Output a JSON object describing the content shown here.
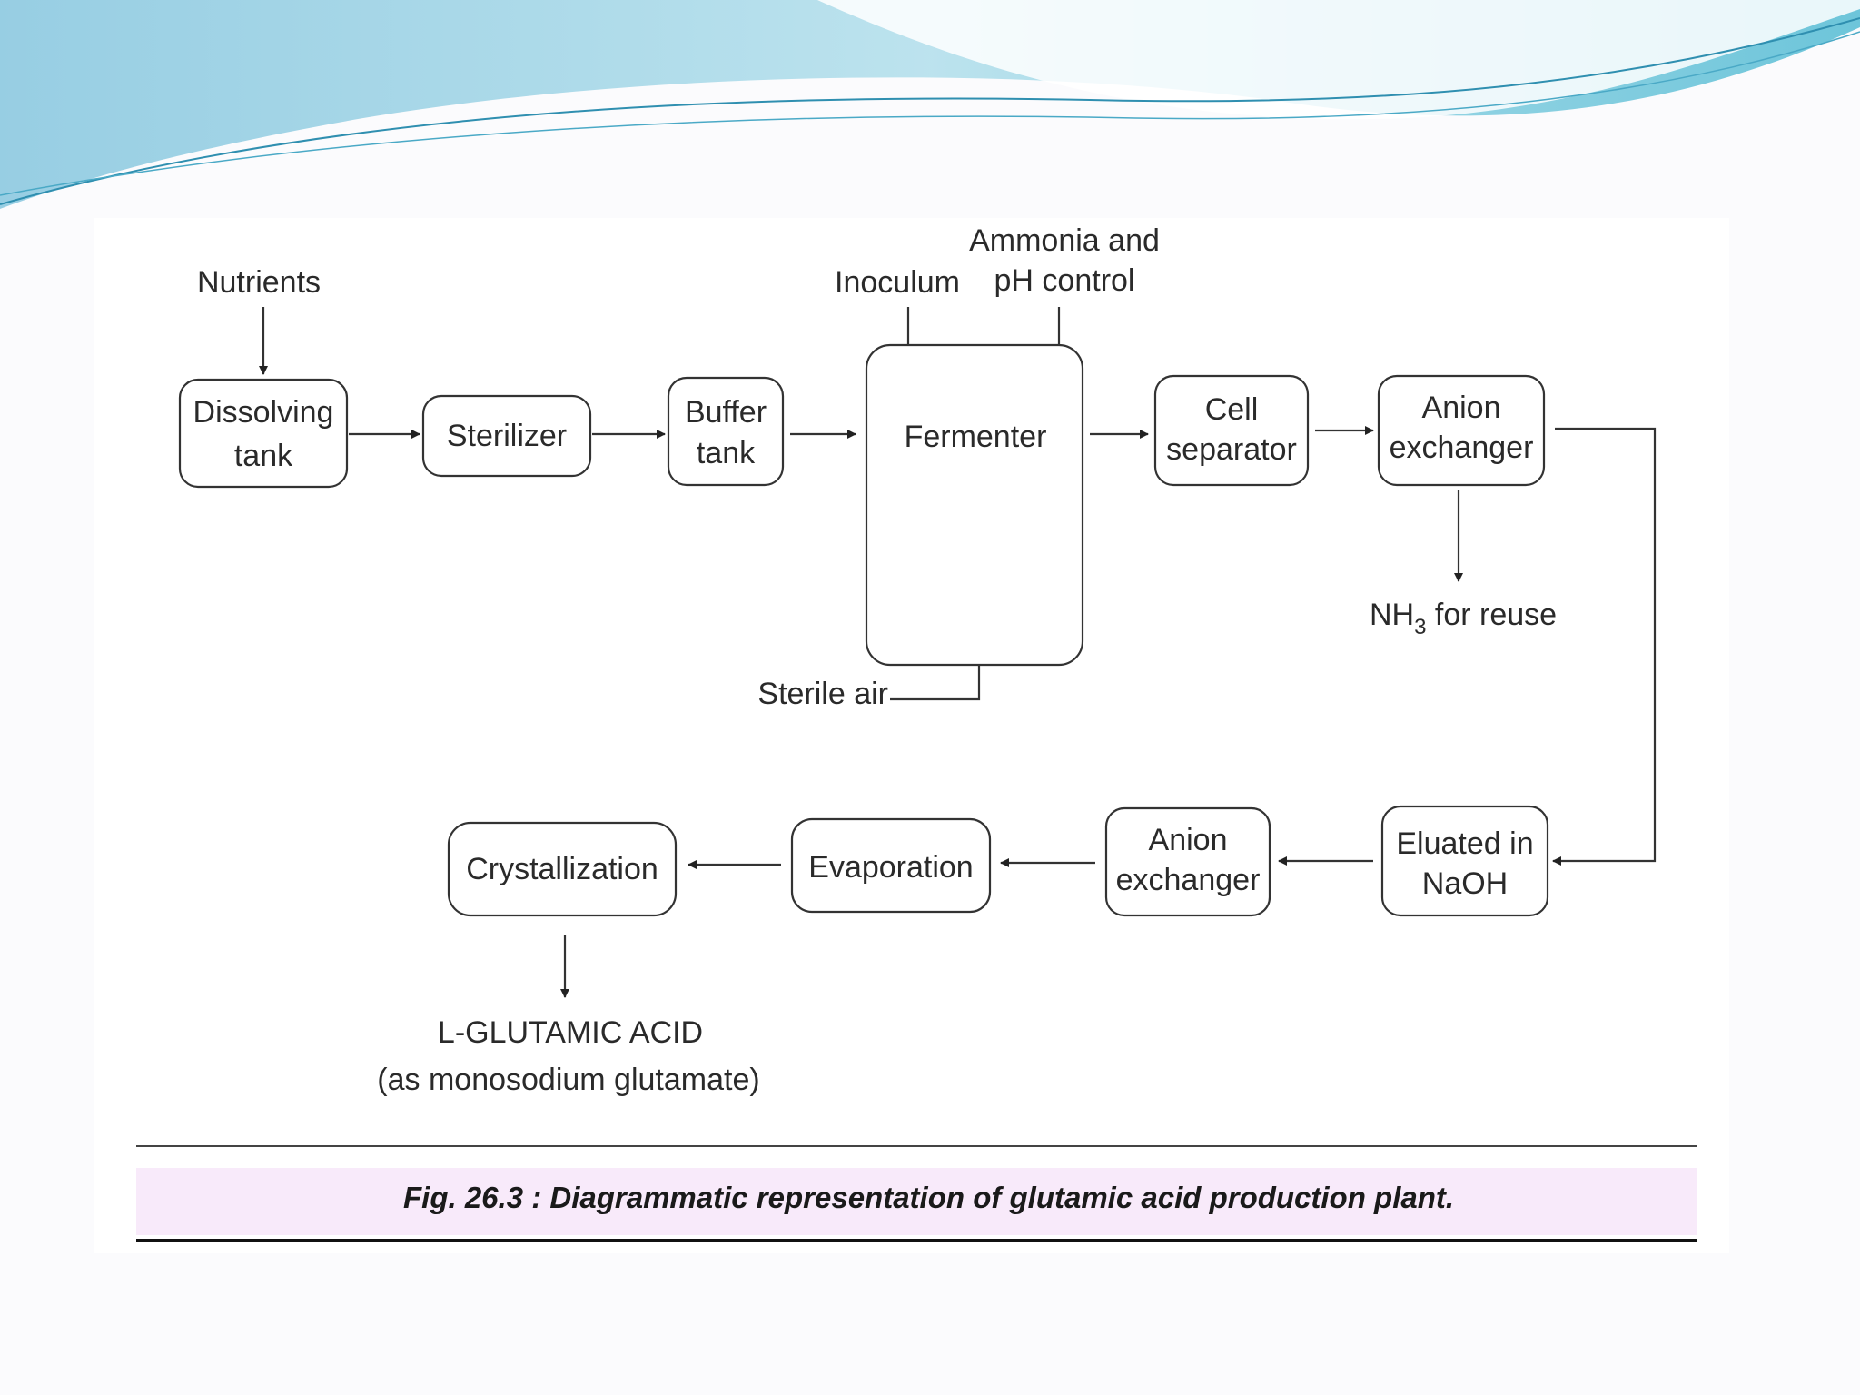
{
  "theme": {
    "wave_colors": [
      "#7ec8dd",
      "#9fd8e6",
      "#5ab8d0"
    ],
    "caption_highlight": "#e8c8f0"
  },
  "diagram": {
    "inputs": {
      "nutrients": "Nutrients",
      "inoculum": "Inoculum",
      "ammonia_line1": "Ammonia and",
      "ammonia_line2": "pH control",
      "sterile_air": "Sterile air"
    },
    "nodes": {
      "dissolving_tank": [
        "Dissolving",
        "tank"
      ],
      "sterilizer": [
        "Sterilizer"
      ],
      "buffer_tank": [
        "Buffer",
        "tank"
      ],
      "fermenter": [
        "Fermenter"
      ],
      "cell_separator": [
        "Cell",
        "separator"
      ],
      "anion_exchanger_1": [
        "Anion",
        "exchanger"
      ],
      "eluated": [
        "Eluated in",
        "NaOH"
      ],
      "anion_exchanger_2": [
        "Anion",
        "exchanger"
      ],
      "evaporation": [
        "Evaporation"
      ],
      "crystallization": [
        "Crystallization"
      ]
    },
    "outputs": {
      "nh3_base": "NH",
      "nh3_sub": "3",
      "nh3_rest": " for reuse",
      "product_line1": "L-GLUTAMIC  ACID",
      "product_line2": "(as monosodium glutamate)"
    },
    "caption": "Fig. 26.3 : Diagrammatic representation of glutamic acid production plant."
  }
}
